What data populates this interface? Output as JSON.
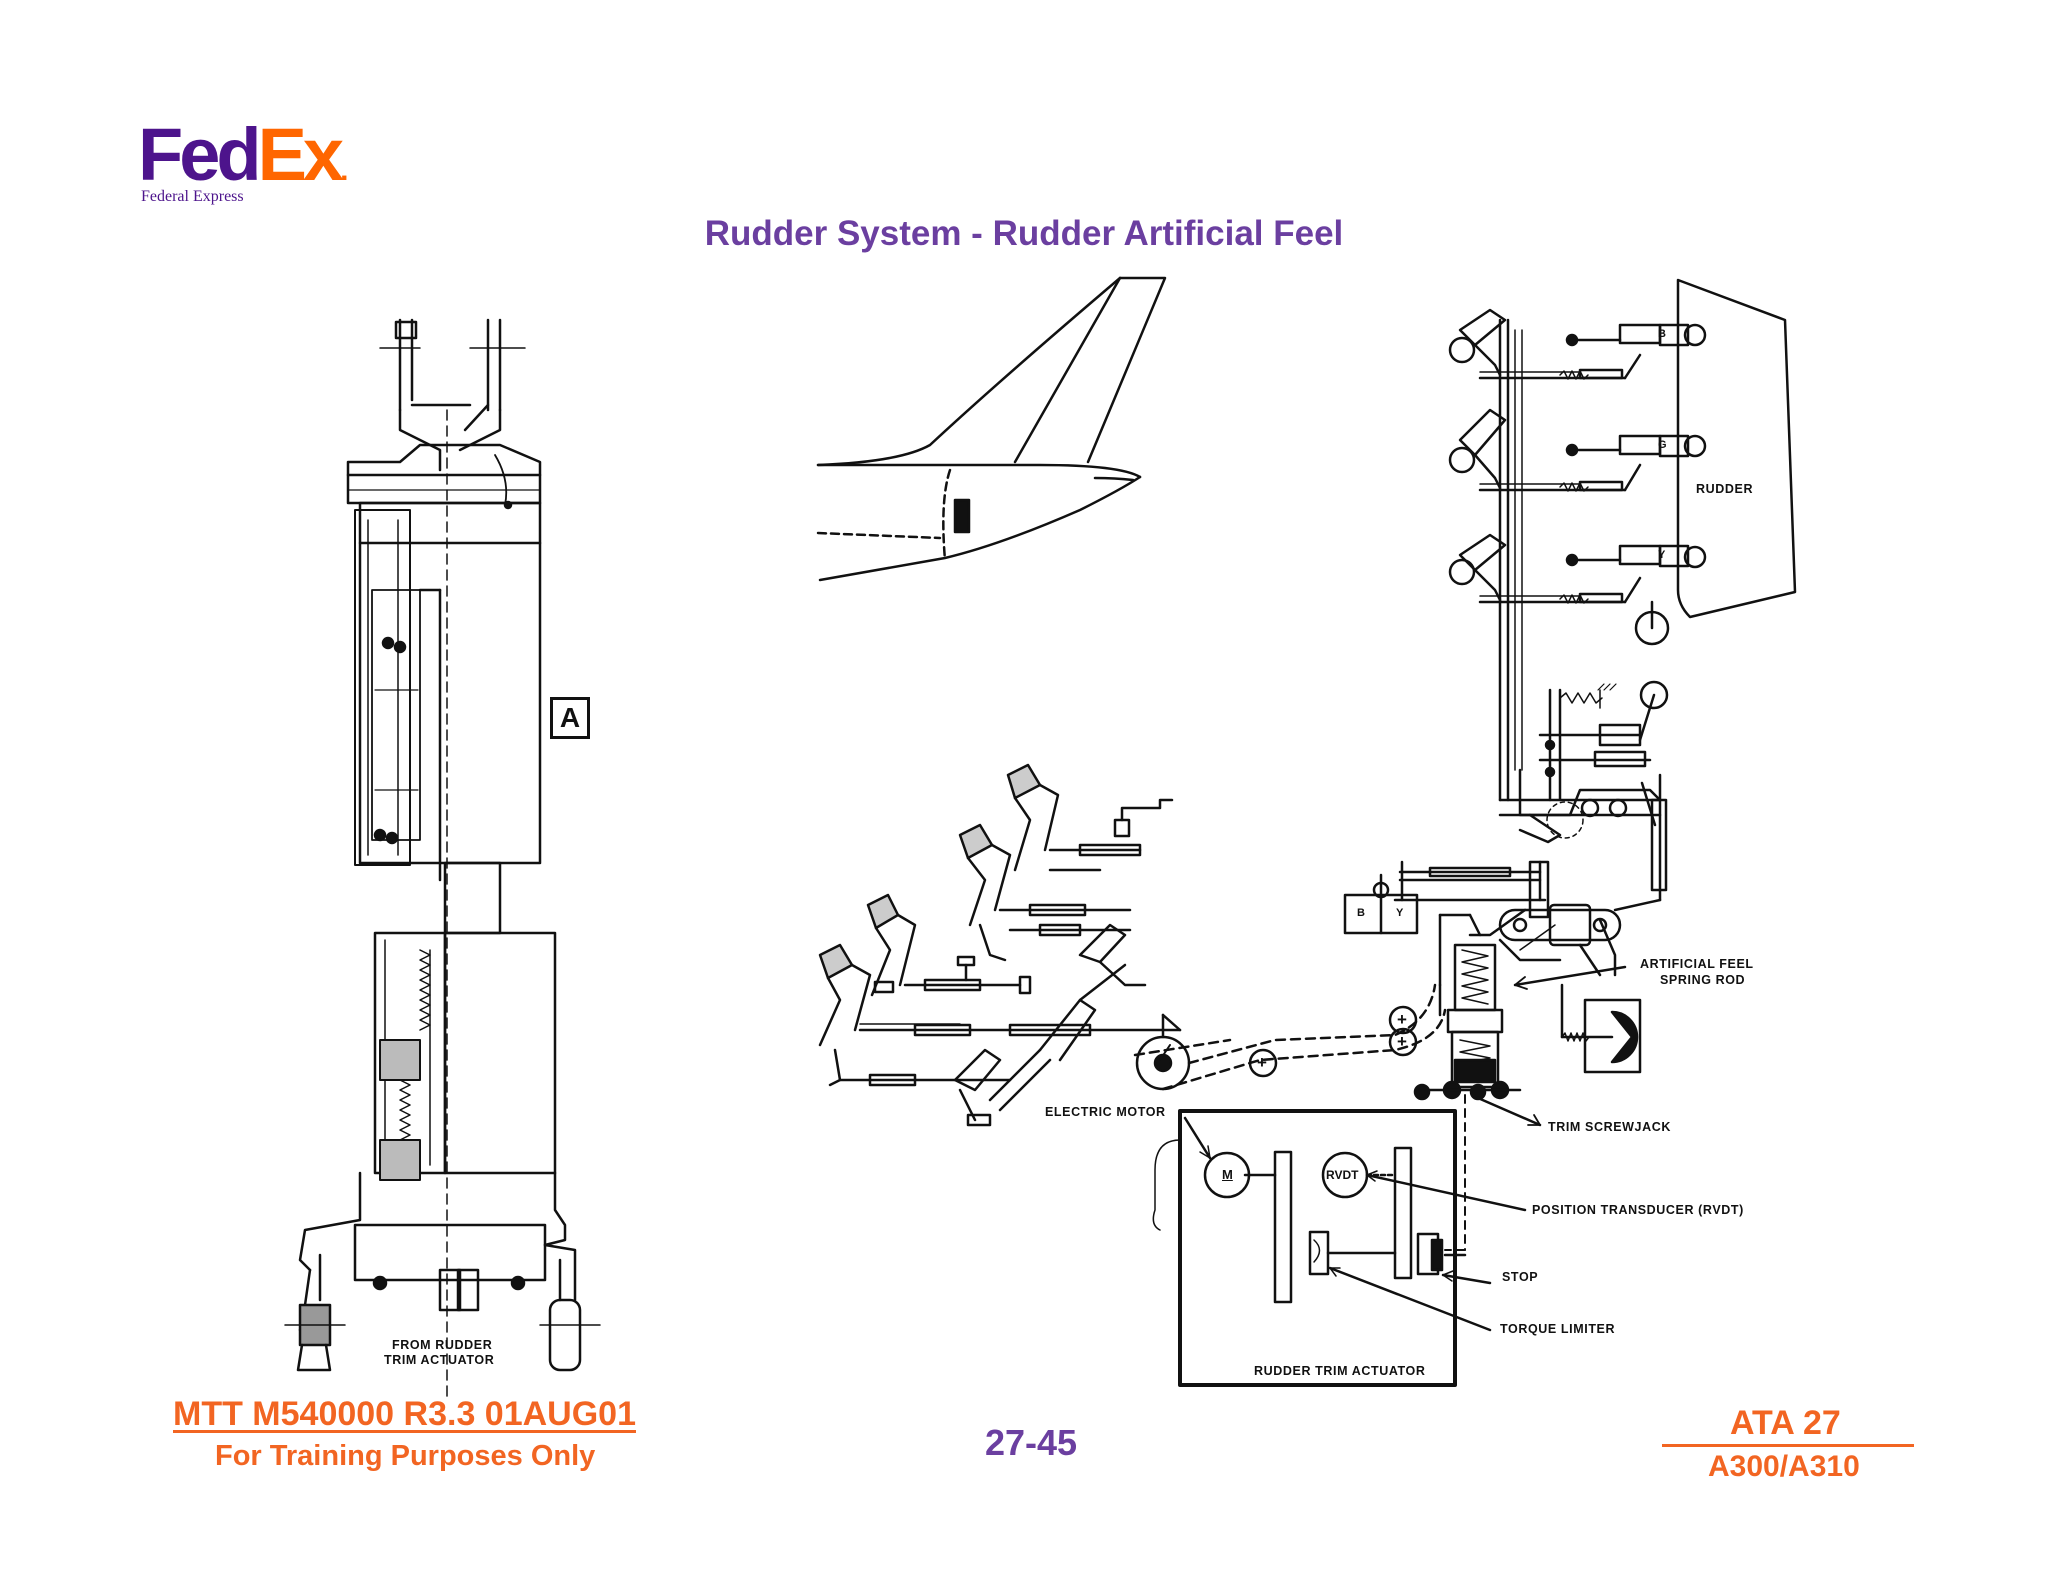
{
  "logo": {
    "fed": "Fed",
    "ex": "Ex",
    "dot": ".",
    "subtitle": "Federal Express",
    "colors": {
      "fed": "#4d148c",
      "ex": "#ff6600"
    }
  },
  "title": "Rudder System - Rudder Artificial Feel",
  "diagram": {
    "detail_marker": "A",
    "actuator_label_line1": "FROM RUDDER",
    "actuator_label_line2": "TRIM ACTUATOR",
    "rudder_label": "RUDDER",
    "hydraulic_letters": [
      "B",
      "G",
      "Y"
    ],
    "selector_letters": [
      "B",
      "Y"
    ],
    "artificial_feel_line1": "ARTIFICIAL FEEL",
    "artificial_feel_line2": "SPRING ROD",
    "trim_screwjack": "TRIM SCREWJACK",
    "electric_motor": "ELECTRIC MOTOR",
    "motor_symbol": "M",
    "rvdt": "RVDT",
    "position_transducer": "POSITION TRANSDUCER (RVDT)",
    "stop": "STOP",
    "torque_limiter": "TORQUE LIMITER",
    "rudder_trim_actuator": "RUDDER TRIM ACTUATOR",
    "plus_sign": "+"
  },
  "footer": {
    "doc_ref": "MTT M540000 R3.3 01AUG01",
    "training": "For Training Purposes Only",
    "page": "27-45",
    "ata": "ATA 27",
    "aircraft": "A300/A310"
  },
  "colors": {
    "purple": "#6b3fa0",
    "orange": "#f26522"
  }
}
